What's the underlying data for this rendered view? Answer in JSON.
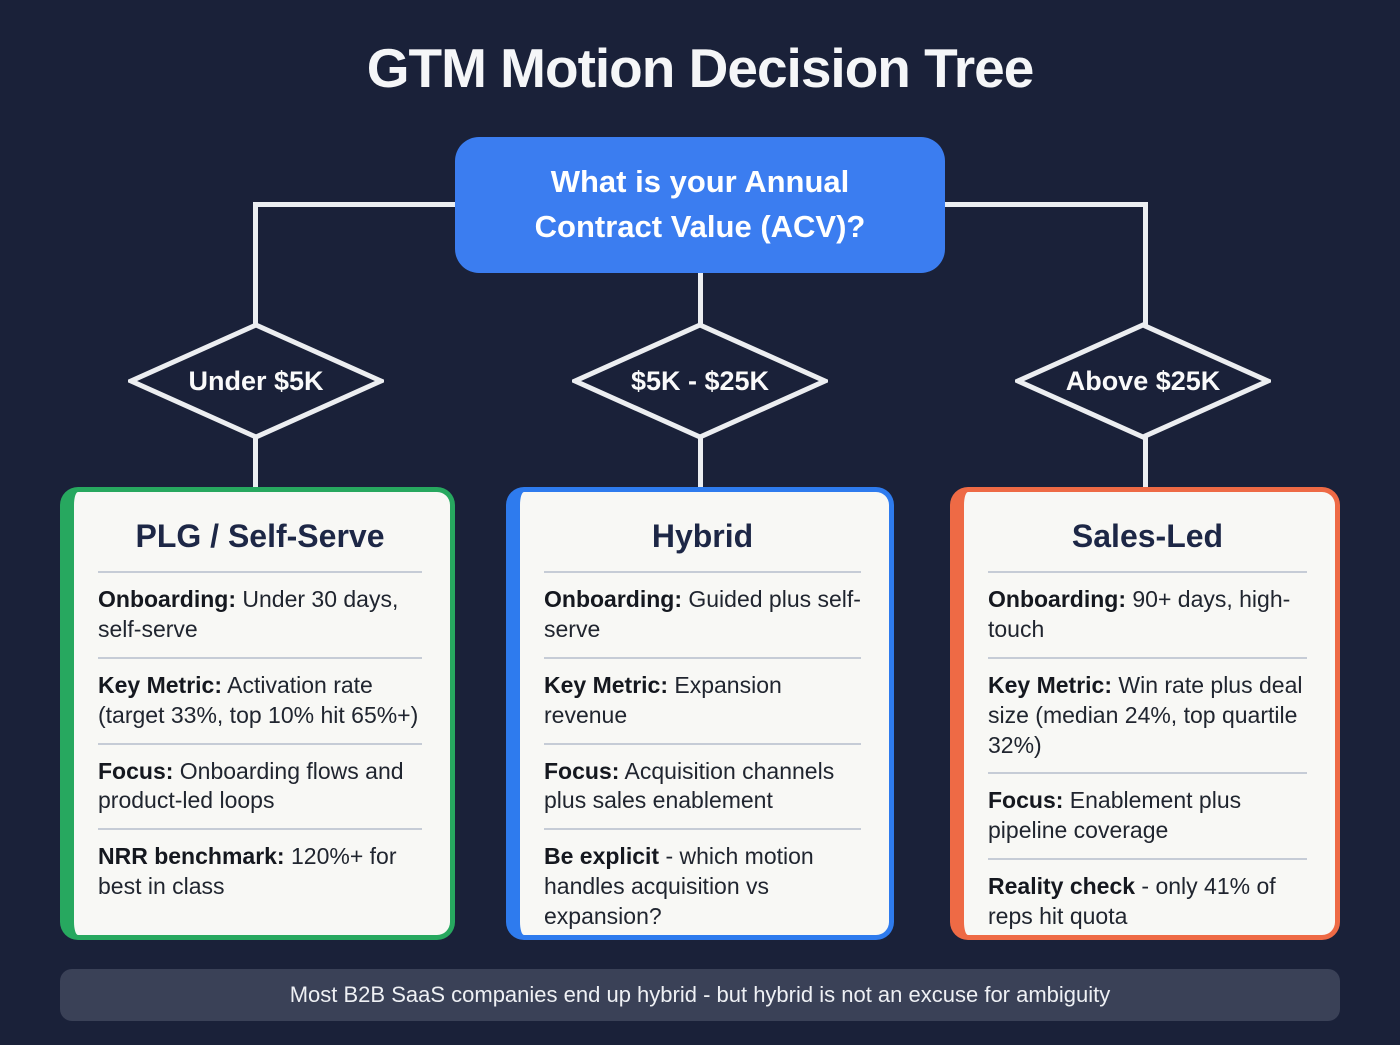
{
  "title": "GTM Motion Decision Tree",
  "root": {
    "question": "What is your Annual Contract Value (ACV)?"
  },
  "branches": [
    {
      "label": "Under $5K"
    },
    {
      "label": "$5K - $25K"
    },
    {
      "label": "Above $25K"
    }
  ],
  "cards": [
    {
      "title": "PLG / Self-Serve",
      "accent": "#27a85f",
      "rows": [
        {
          "label": "Onboarding:",
          "text": "Under 30 days, self-serve"
        },
        {
          "label": "Key Metric:",
          "text": "Activation rate (target 33%, top 10% hit 65%+)"
        },
        {
          "label": "Focus:",
          "text": "Onboarding flows and product-led loops"
        },
        {
          "label": "NRR benchmark:",
          "text": "120%+ for best in class"
        }
      ]
    },
    {
      "title": "Hybrid",
      "accent": "#2e7bee",
      "rows": [
        {
          "label": "Onboarding:",
          "text": "Guided plus self-serve"
        },
        {
          "label": "Key Metric:",
          "text": "Expansion revenue"
        },
        {
          "label": "Focus:",
          "text": "Acquisition channels plus sales enablement"
        },
        {
          "label": "Be explicit",
          "text": "- which motion handles acquisition vs expansion?"
        }
      ]
    },
    {
      "title": "Sales-Led",
      "accent": "#ee6a45",
      "rows": [
        {
          "label": "Onboarding:",
          "text": "90+ days, high-touch"
        },
        {
          "label": "Key Metric:",
          "text": "Win rate plus deal size (median 24%, top quartile 32%)"
        },
        {
          "label": "Focus:",
          "text": "Enablement plus pipeline coverage"
        },
        {
          "label": "Reality check",
          "text": "- only 41% of reps hit quota"
        }
      ]
    }
  ],
  "footer": {
    "note": "Most B2B SaaS companies end up hybrid - but hybrid is not an excuse for ambiguity"
  },
  "colors": {
    "background": "#1a2139",
    "root_box": "#3b7df0",
    "connector": "#eceef1",
    "card_background": "#f8f8f5",
    "card_title_text": "#1d2746",
    "footer_background": "#3a4157",
    "plg_accent": "#27a85f",
    "hybrid_accent": "#2e7bee",
    "sales_accent": "#ee6a45"
  }
}
